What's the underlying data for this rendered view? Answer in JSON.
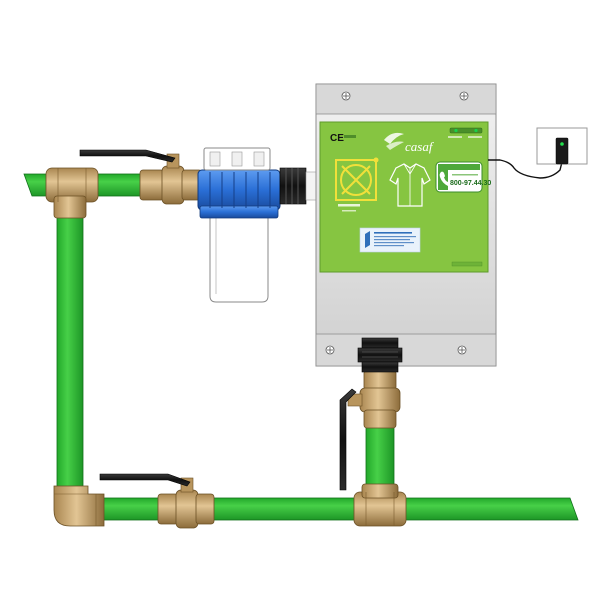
{
  "device": {
    "ce_mark": "CE",
    "brand": "casaf",
    "phone": "800-97.44.30"
  },
  "colors": {
    "pipe_green": "#3ec13a",
    "pipe_green_dark": "#229c2a",
    "fitting_brass": "#c9a876",
    "fitting_brass_dark": "#8c6c3b",
    "panel_green": "#86c541",
    "panel_frame": "#e5e5e5",
    "filter_blue": "#2a6fd6",
    "handle_black": "#111111"
  },
  "icons": [
    "ball-valve-handle",
    "water-filter",
    "magnet-emblem",
    "shirt-icon",
    "phone-icon",
    "wall-socket"
  ]
}
